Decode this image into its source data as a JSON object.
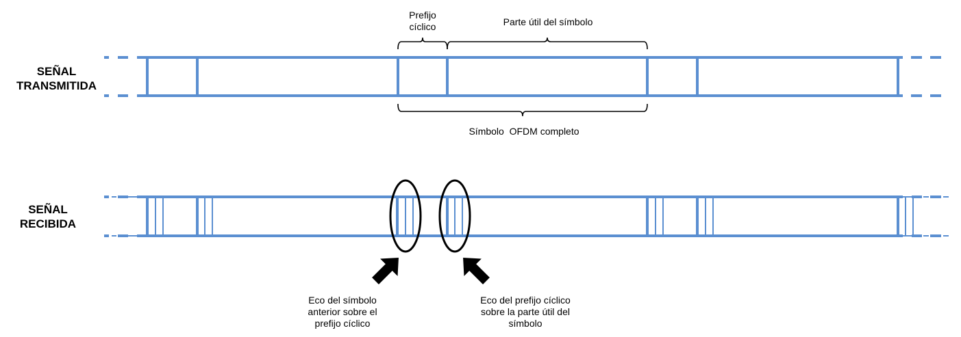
{
  "rows": {
    "transmitted": {
      "label_line1": "SEÑAL",
      "label_line2": "TRANSMITIDA"
    },
    "received": {
      "label_line1": "SEÑAL",
      "label_line2": "RECIBIDA"
    }
  },
  "annotations": {
    "cyclic_prefix_line1": "Prefijo",
    "cyclic_prefix_line2": "cíclico",
    "useful_part": "Parte útil del símbolo",
    "full_symbol": "Símbolo  OFDM completo",
    "echo_prev_line1": "Eco del símbolo",
    "echo_prev_line2": "anterior sobre el",
    "echo_prev_line3": "prefijo cíclico",
    "echo_prefix_line1": "Eco del prefijo cíclico",
    "echo_prefix_line2": "sobre la parte útil del",
    "echo_prefix_line3": "símbolo"
  },
  "colors": {
    "signal": "#5b8fd1",
    "ink": "#000000"
  }
}
